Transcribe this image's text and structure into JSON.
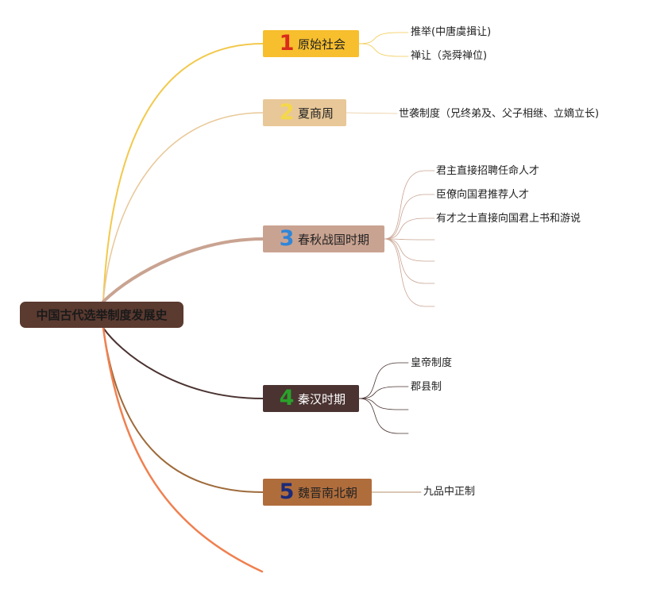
{
  "root": {
    "label": "中国古代选举制度发展史",
    "color": "#5b3a30"
  },
  "branches": [
    {
      "num": "1",
      "label": "原始社会",
      "fill": "#f7be2d",
      "line": "#f2c94c",
      "num_color": "#d92b1a",
      "text_color": "#222222",
      "leaves": [
        "推举(中唐虞揖让)",
        "禅让（尧舜禅位)"
      ]
    },
    {
      "num": "2",
      "label": "夏商周",
      "fill": "#e8c898",
      "line": "#e8c898",
      "num_color": "#f5d84a",
      "text_color": "#222222",
      "leaves": [
        "世袭制度（兄终弟及、父子相继、立嫡立长)"
      ]
    },
    {
      "num": "3",
      "label": "春秋战国时期",
      "fill": "#c9a391",
      "line": "#c9a391",
      "num_color": "#2f86d8",
      "text_color": "#222222",
      "leaves": [
        "君主直接招聘任命人才",
        "臣僚向国君推荐人才",
        "有才之士直接向国君上书和游说",
        "",
        "",
        "",
        ""
      ]
    },
    {
      "num": "4",
      "label": "秦汉时期",
      "fill": "#4a3331",
      "line": "#4a3331",
      "num_color": "#2aa12a",
      "text_color": "#ffffff",
      "leaves": [
        "皇帝制度",
        "郡县制",
        "",
        ""
      ]
    },
    {
      "num": "5",
      "label": "魏晋南北朝",
      "fill": "#b06d3c",
      "line": "#9e6a3a",
      "num_color": "#1c2b78",
      "text_color": "#222222",
      "leaves": [
        "九品中正制"
      ]
    }
  ],
  "extra_line_color": "#f08050"
}
